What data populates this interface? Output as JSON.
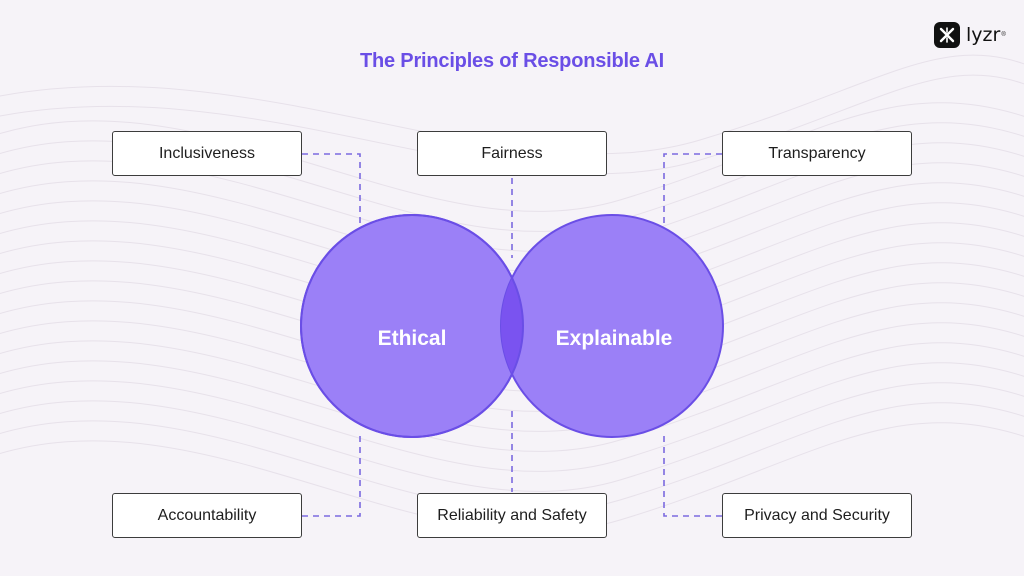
{
  "title": "The Principles of Responsible AI",
  "logo": {
    "text": "lyzr",
    "mark": "®",
    "icon": "lyzr-logo-icon"
  },
  "circles": {
    "left_label": "Ethical",
    "right_label": "Explainable"
  },
  "principles": {
    "top_left": "Inclusiveness",
    "top_center": "Fairness",
    "top_right": "Transparency",
    "bottom_left": "Accountability",
    "bottom_center": "Reliability and Safety",
    "bottom_right": "Privacy and Security"
  },
  "colors": {
    "title": "#6a4ee6",
    "circle_fill": "#9b80f7",
    "circle_stroke": "#6a4ee6",
    "overlap_fill": "#7a53f0",
    "connector": "#7b6ae0",
    "background": "#f6f3f8"
  }
}
